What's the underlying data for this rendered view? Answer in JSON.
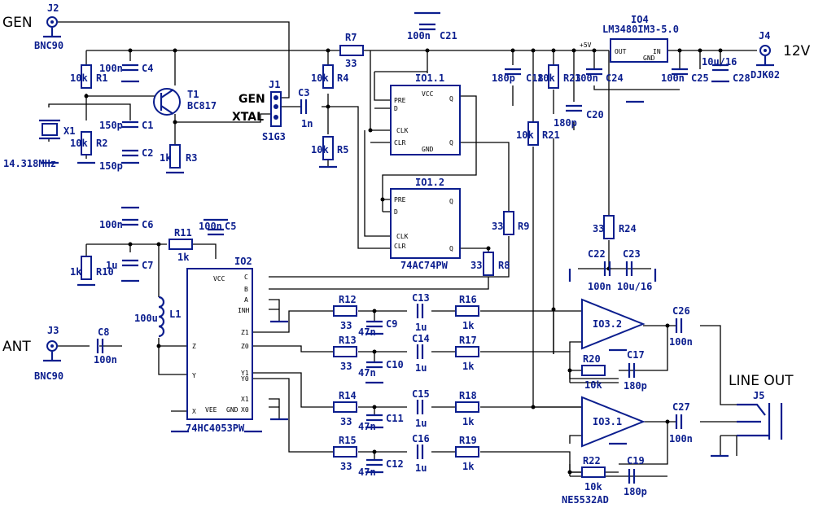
{
  "texts": {
    "gen": "GEN",
    "j2": "J2",
    "bnc1": "BNC90",
    "v12": "12V",
    "j4": "J4",
    "djk": "DJK02",
    "ant": "ANT",
    "j3": "J3",
    "bnc2": "BNC90",
    "lineout": "LINE OUT",
    "j5": "J5",
    "r1": "R1",
    "r1v": "10k",
    "r2": "R2",
    "r2v": "10k",
    "r3": "R3",
    "r3v": "1k",
    "r4": "R4",
    "r4v": "10k",
    "r5": "R5",
    "r5v": "10k",
    "r7": "R7",
    "r7v": "33",
    "r8": "R8",
    "r8v": "33",
    "r9": "R9",
    "r9v": "33",
    "r10": "R10",
    "r10v": "1k",
    "r11": "R11",
    "r11v": "1k",
    "r12": "R12",
    "r12v": "33",
    "r13": "R13",
    "r13v": "33",
    "r14": "R14",
    "r14v": "33",
    "r15": "R15",
    "r15v": "33",
    "r16": "R16",
    "r16v": "1k",
    "r17": "R17",
    "r17v": "1k",
    "r18": "R18",
    "r18v": "1k",
    "r19": "R19",
    "r19v": "1k",
    "r20": "R20",
    "r20v": "10k",
    "r21": "R21",
    "r21v": "10k",
    "r22": "R22",
    "r22v": "10k",
    "r23": "R23",
    "r23v": "10k",
    "r24": "R24",
    "r24v": "33",
    "c1": "C1",
    "c1v": "150p",
    "c2": "C2",
    "c2v": "150p",
    "c3": "C3",
    "c3v": "1n",
    "c4": "C4",
    "c4v": "100n",
    "c5": "C5",
    "c5v": "100n",
    "c6": "C6",
    "c6v": "100n",
    "c7": "C7",
    "c7v": "1u",
    "c8": "C8",
    "c8v": "100n",
    "c9": "C9",
    "c9v": "47n",
    "c10": "C10",
    "c10v": "47n",
    "c11": "C11",
    "c11v": "47n",
    "c12": "C12",
    "c12v": "47n",
    "c13": "C13",
    "c13v": "1u",
    "c14": "C14",
    "c14v": "1u",
    "c15": "C15",
    "c15v": "1u",
    "c16": "C16",
    "c16v": "1u",
    "c17": "C17",
    "c17v": "180p",
    "c18": "C18",
    "c18v": "180p",
    "c19": "C19",
    "c19v": "180p",
    "c20": "C20",
    "c20v": "180p",
    "c21": "C21",
    "c21v": "100n",
    "c22": "C22",
    "c22v": "100n",
    "c23": "C23",
    "c23v": "10u/16",
    "c24": "C24",
    "c24v": "100n",
    "c25": "C25",
    "c25v": "100n",
    "c26": "C26",
    "c26v": "100n",
    "c27": "C27",
    "c27v": "100n",
    "c28": "C28",
    "c28v": "10u/16",
    "t1": "T1",
    "t1v": "BC817",
    "x1": "X1",
    "x1v": "14.318MHz",
    "l1": "L1",
    "l1v": "100u",
    "j1": "J1",
    "j1v": "S1G3",
    "gen2": "GEN",
    "xtal": "XTAL",
    "io11": "IO1.1",
    "io12": "IO1.2",
    "io1v": "74AC74PW",
    "io2": "IO2",
    "io2v": "74HC4053PW",
    "io32": "IO3.2",
    "io31": "IO3.1",
    "io3v": "NE5532AD",
    "io4": "IO4",
    "io4v": "LM3480IM3-5.0",
    "p5v": "+5V",
    "out": "OUT",
    "in": "IN",
    "gndp": "GND",
    "pre": "PRE",
    "d": "D",
    "clk": "CLK",
    "clr": "CLR",
    "q": "Q",
    "qn": "Q",
    "vcc": "VCC",
    "gnd": "GND",
    "c": "C",
    "b": "B",
    "a": "A",
    "inh": "INH",
    "z1": "Z1",
    "z0": "Z0",
    "y1": "Y1",
    "y0": "Y0",
    "x1p": "X1",
    "x0p": "X0",
    "z": "Z",
    "y": "Y",
    "x": "X",
    "vee": "VEE"
  }
}
